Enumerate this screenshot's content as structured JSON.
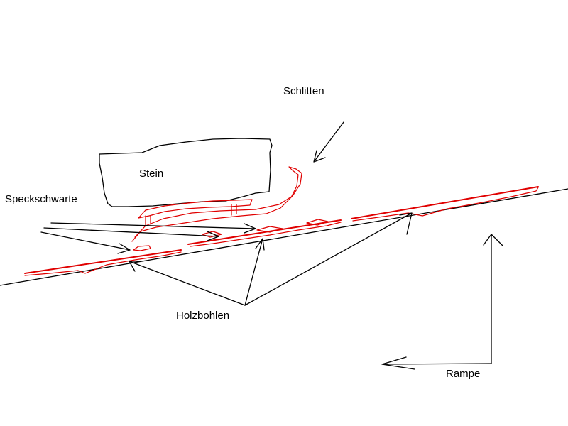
{
  "labels": {
    "schlitten": "Schlitten",
    "stein": "Stein",
    "speckschwarte": "Speckschwarte",
    "holzbohlen": "Holzbohlen",
    "rampe": "Rampe"
  },
  "colors": {
    "ink": "#000000",
    "sled": "#e00000",
    "background": "#ffffff"
  }
}
